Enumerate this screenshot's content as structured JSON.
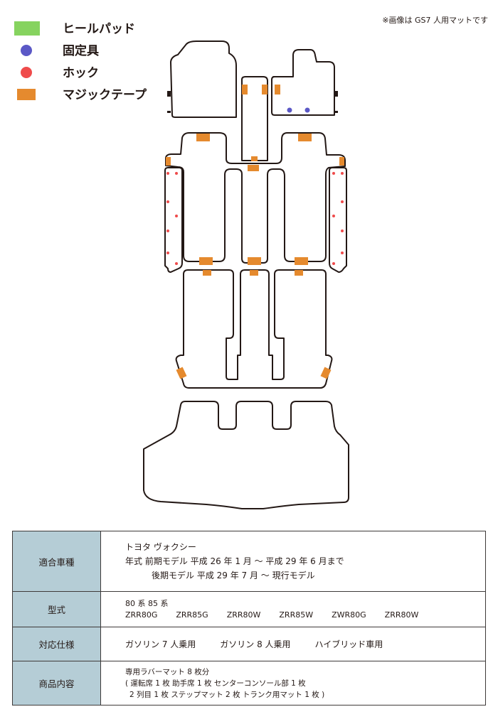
{
  "colors": {
    "heel_pad": "#86d35f",
    "fixing_tool": "#5b58c6",
    "hook": "#ef4b4b",
    "velcro": "#e58a2e",
    "outline": "#231815",
    "header_bg": "#b5cdd6"
  },
  "legend": [
    {
      "label": "ヒールパッド",
      "icon": "green-square"
    },
    {
      "label": "固定具",
      "icon": "blue-dot"
    },
    {
      "label": "ホック",
      "icon": "red-dot"
    },
    {
      "label": "マジックテープ",
      "icon": "orange-rect"
    }
  ],
  "note": "※画像は GS7 人用マットです",
  "table": {
    "row1": {
      "header": "適合車種",
      "line1": "トヨタ ヴォクシー",
      "line2": "年式 前期モデル 平成 26 年 1 月 ～ 平成 29 年 6 月まで",
      "line3": "後期モデル 平成 29 年 7 月 ～ 現行モデル"
    },
    "row2": {
      "header": "型式",
      "line1": "80 系 85 系",
      "models": [
        "ZRR80G",
        "ZRR85G",
        "ZRR80W",
        "ZRR85W",
        "ZWR80G",
        "ZRR80W"
      ]
    },
    "row3": {
      "header": "対応仕様",
      "specs": [
        "ガソリン 7 人乗用",
        "ガソリン 8 人乗用",
        "ハイブリッド車用"
      ]
    },
    "row4": {
      "header": "商品内容",
      "line1": "専用ラバーマット 8 枚分",
      "line2": "( 運転席 1 枚 助手席 1 枚 センターコンソール部 1 枚",
      "line3": "2 列目 1 枚 ステップマット 2 枚 トランク用マット 1 枚 )"
    }
  }
}
